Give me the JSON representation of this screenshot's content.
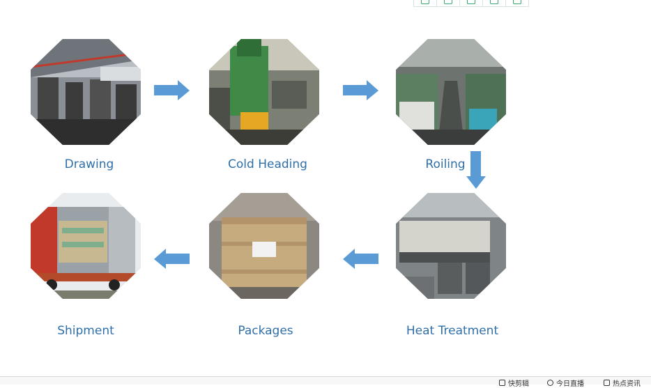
{
  "toolbar": {
    "buttons": [
      {
        "icon": "capture-icon"
      },
      {
        "icon": "expand-icon"
      },
      {
        "icon": "image-search-icon"
      },
      {
        "icon": "window-icon"
      },
      {
        "icon": "settings-icon"
      }
    ]
  },
  "steps": [
    {
      "label": "Drawing",
      "photo": "factory-hall-photo"
    },
    {
      "label": "Cold Heading",
      "photo": "heading-machine-photo"
    },
    {
      "label": "Roiling",
      "photo": "rolling-machines-photo"
    },
    {
      "label": "Heat Treatment",
      "photo": "furnace-line-photo"
    },
    {
      "label": "Packages",
      "photo": "wooden-crate-photo"
    },
    {
      "label": "Shipment",
      "photo": "container-truck-photo"
    }
  ],
  "statusbar": {
    "items": [
      {
        "label": "快剪辑",
        "icon": "play-icon"
      },
      {
        "label": "今日直播",
        "icon": "live-icon"
      },
      {
        "label": "热点资讯",
        "icon": "news-icon"
      }
    ]
  },
  "colors": {
    "arrow": "#5b9bd5",
    "label": "#2f6fa8",
    "toolbar_accent": "#3aa76d"
  }
}
